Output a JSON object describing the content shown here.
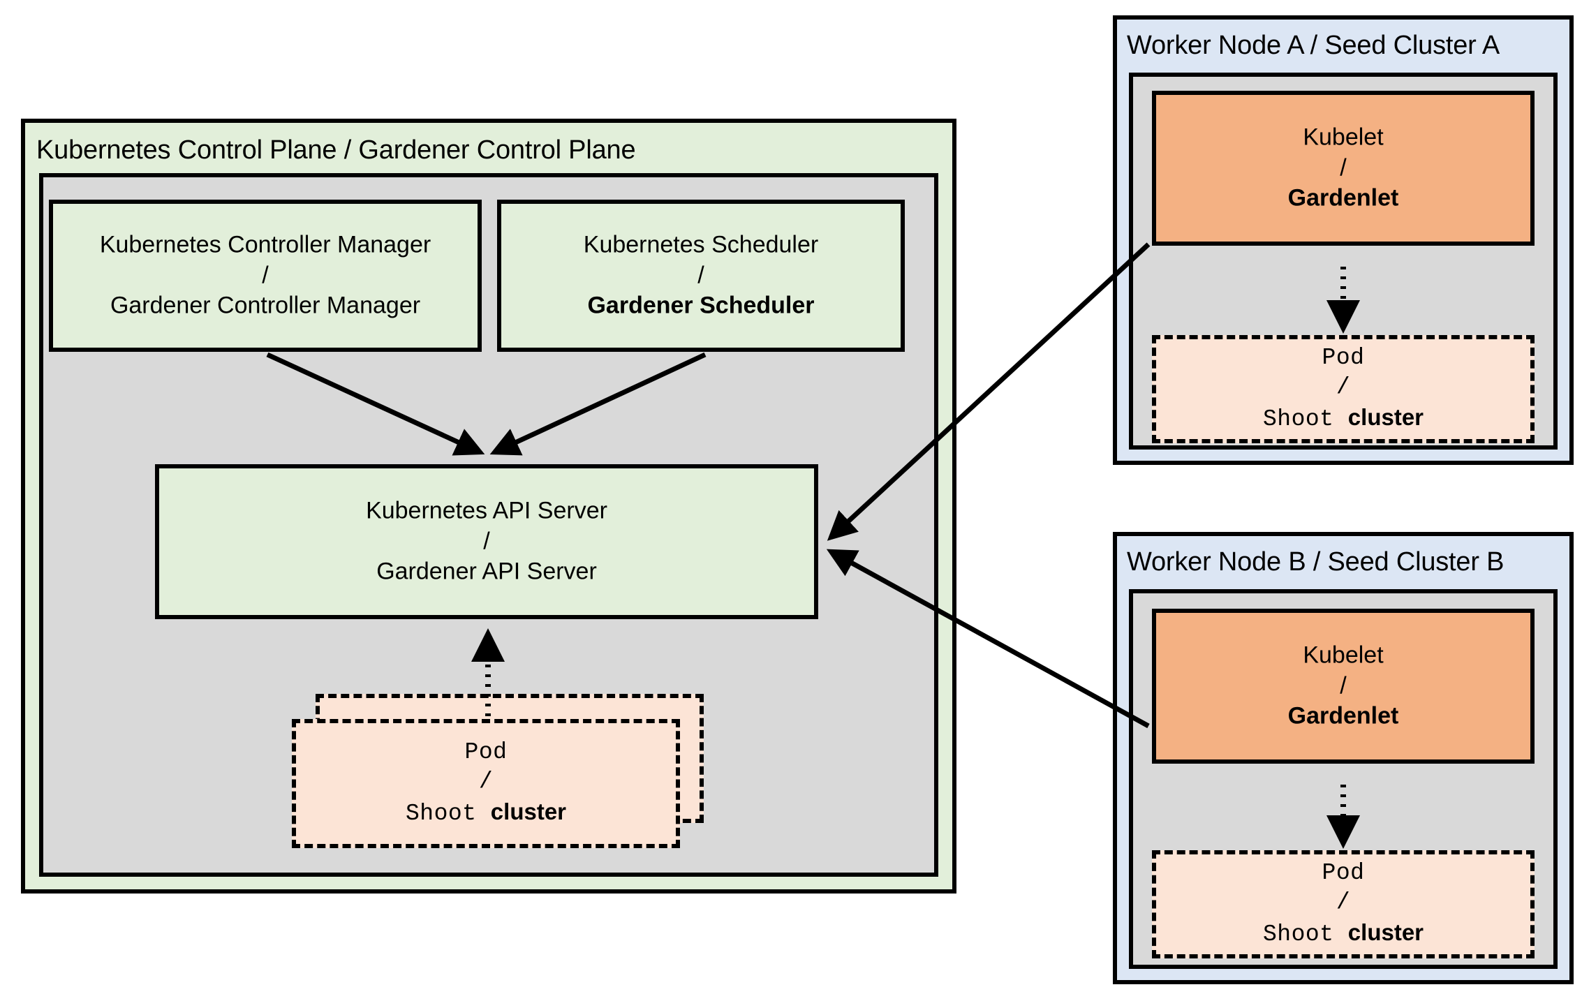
{
  "diagram": {
    "title_hidden": "Gardener architecture: Kubernetes control plane analogy",
    "colors": {
      "control_plane_bg": "#e2efda",
      "seed_zone_bg": "#dce6f4",
      "inner_zone_bg": "#d9d9d9",
      "component_green": "#e2efda",
      "kubelet_orange": "#f4b183",
      "pod_peach": "#fce4d6",
      "stroke": "#000000"
    }
  },
  "control_plane": {
    "zone_label": "Kubernetes Control Plane / Gardener Control Plane",
    "components": {
      "controller_manager": {
        "line1": "Kubernetes Controller Manager",
        "separator": "/",
        "line2": "Gardener Controller Manager",
        "line2_bold": false
      },
      "scheduler": {
        "line1": "Kubernetes Scheduler",
        "separator": "/",
        "line2": "Gardener Scheduler",
        "line2_bold": true
      },
      "api_server": {
        "line1": "Kubernetes API Server",
        "separator": "/",
        "line2": "Gardener API Server",
        "line2_bold": false
      },
      "pod": {
        "line1": "Pod",
        "separator": "/",
        "line2_mono": "Shoot ",
        "line2_bold": "cluster"
      }
    }
  },
  "seed_a": {
    "zone_label": "Worker Node A / Seed Cluster A",
    "kubelet": {
      "line1": "Kubelet",
      "separator": "/",
      "line2": "Gardenlet",
      "line2_bold": true
    },
    "pod": {
      "line1": "Pod",
      "separator": "/",
      "line2_mono": "Shoot ",
      "line2_bold": "cluster"
    }
  },
  "seed_b": {
    "zone_label": "Worker Node B / Seed Cluster B",
    "kubelet": {
      "line1": "Kubelet",
      "separator": "/",
      "line2": "Gardenlet",
      "line2_bold": true
    },
    "pod": {
      "line1": "Pod",
      "separator": "/",
      "line2_mono": "Shoot ",
      "line2_bold": "cluster"
    }
  },
  "connections": [
    {
      "name": "controller-manager-to-api-server",
      "style": "solid-arrow"
    },
    {
      "name": "scheduler-to-api-server",
      "style": "solid-arrow"
    },
    {
      "name": "pod-to-api-server",
      "style": "dotted-arrow"
    },
    {
      "name": "gardenlet-a-to-api-server",
      "style": "solid-arrow"
    },
    {
      "name": "gardenlet-b-to-api-server",
      "style": "solid-arrow"
    },
    {
      "name": "gardenlet-a-to-pod-a",
      "style": "dotted-arrow"
    },
    {
      "name": "gardenlet-b-to-pod-b",
      "style": "dotted-arrow"
    }
  ]
}
